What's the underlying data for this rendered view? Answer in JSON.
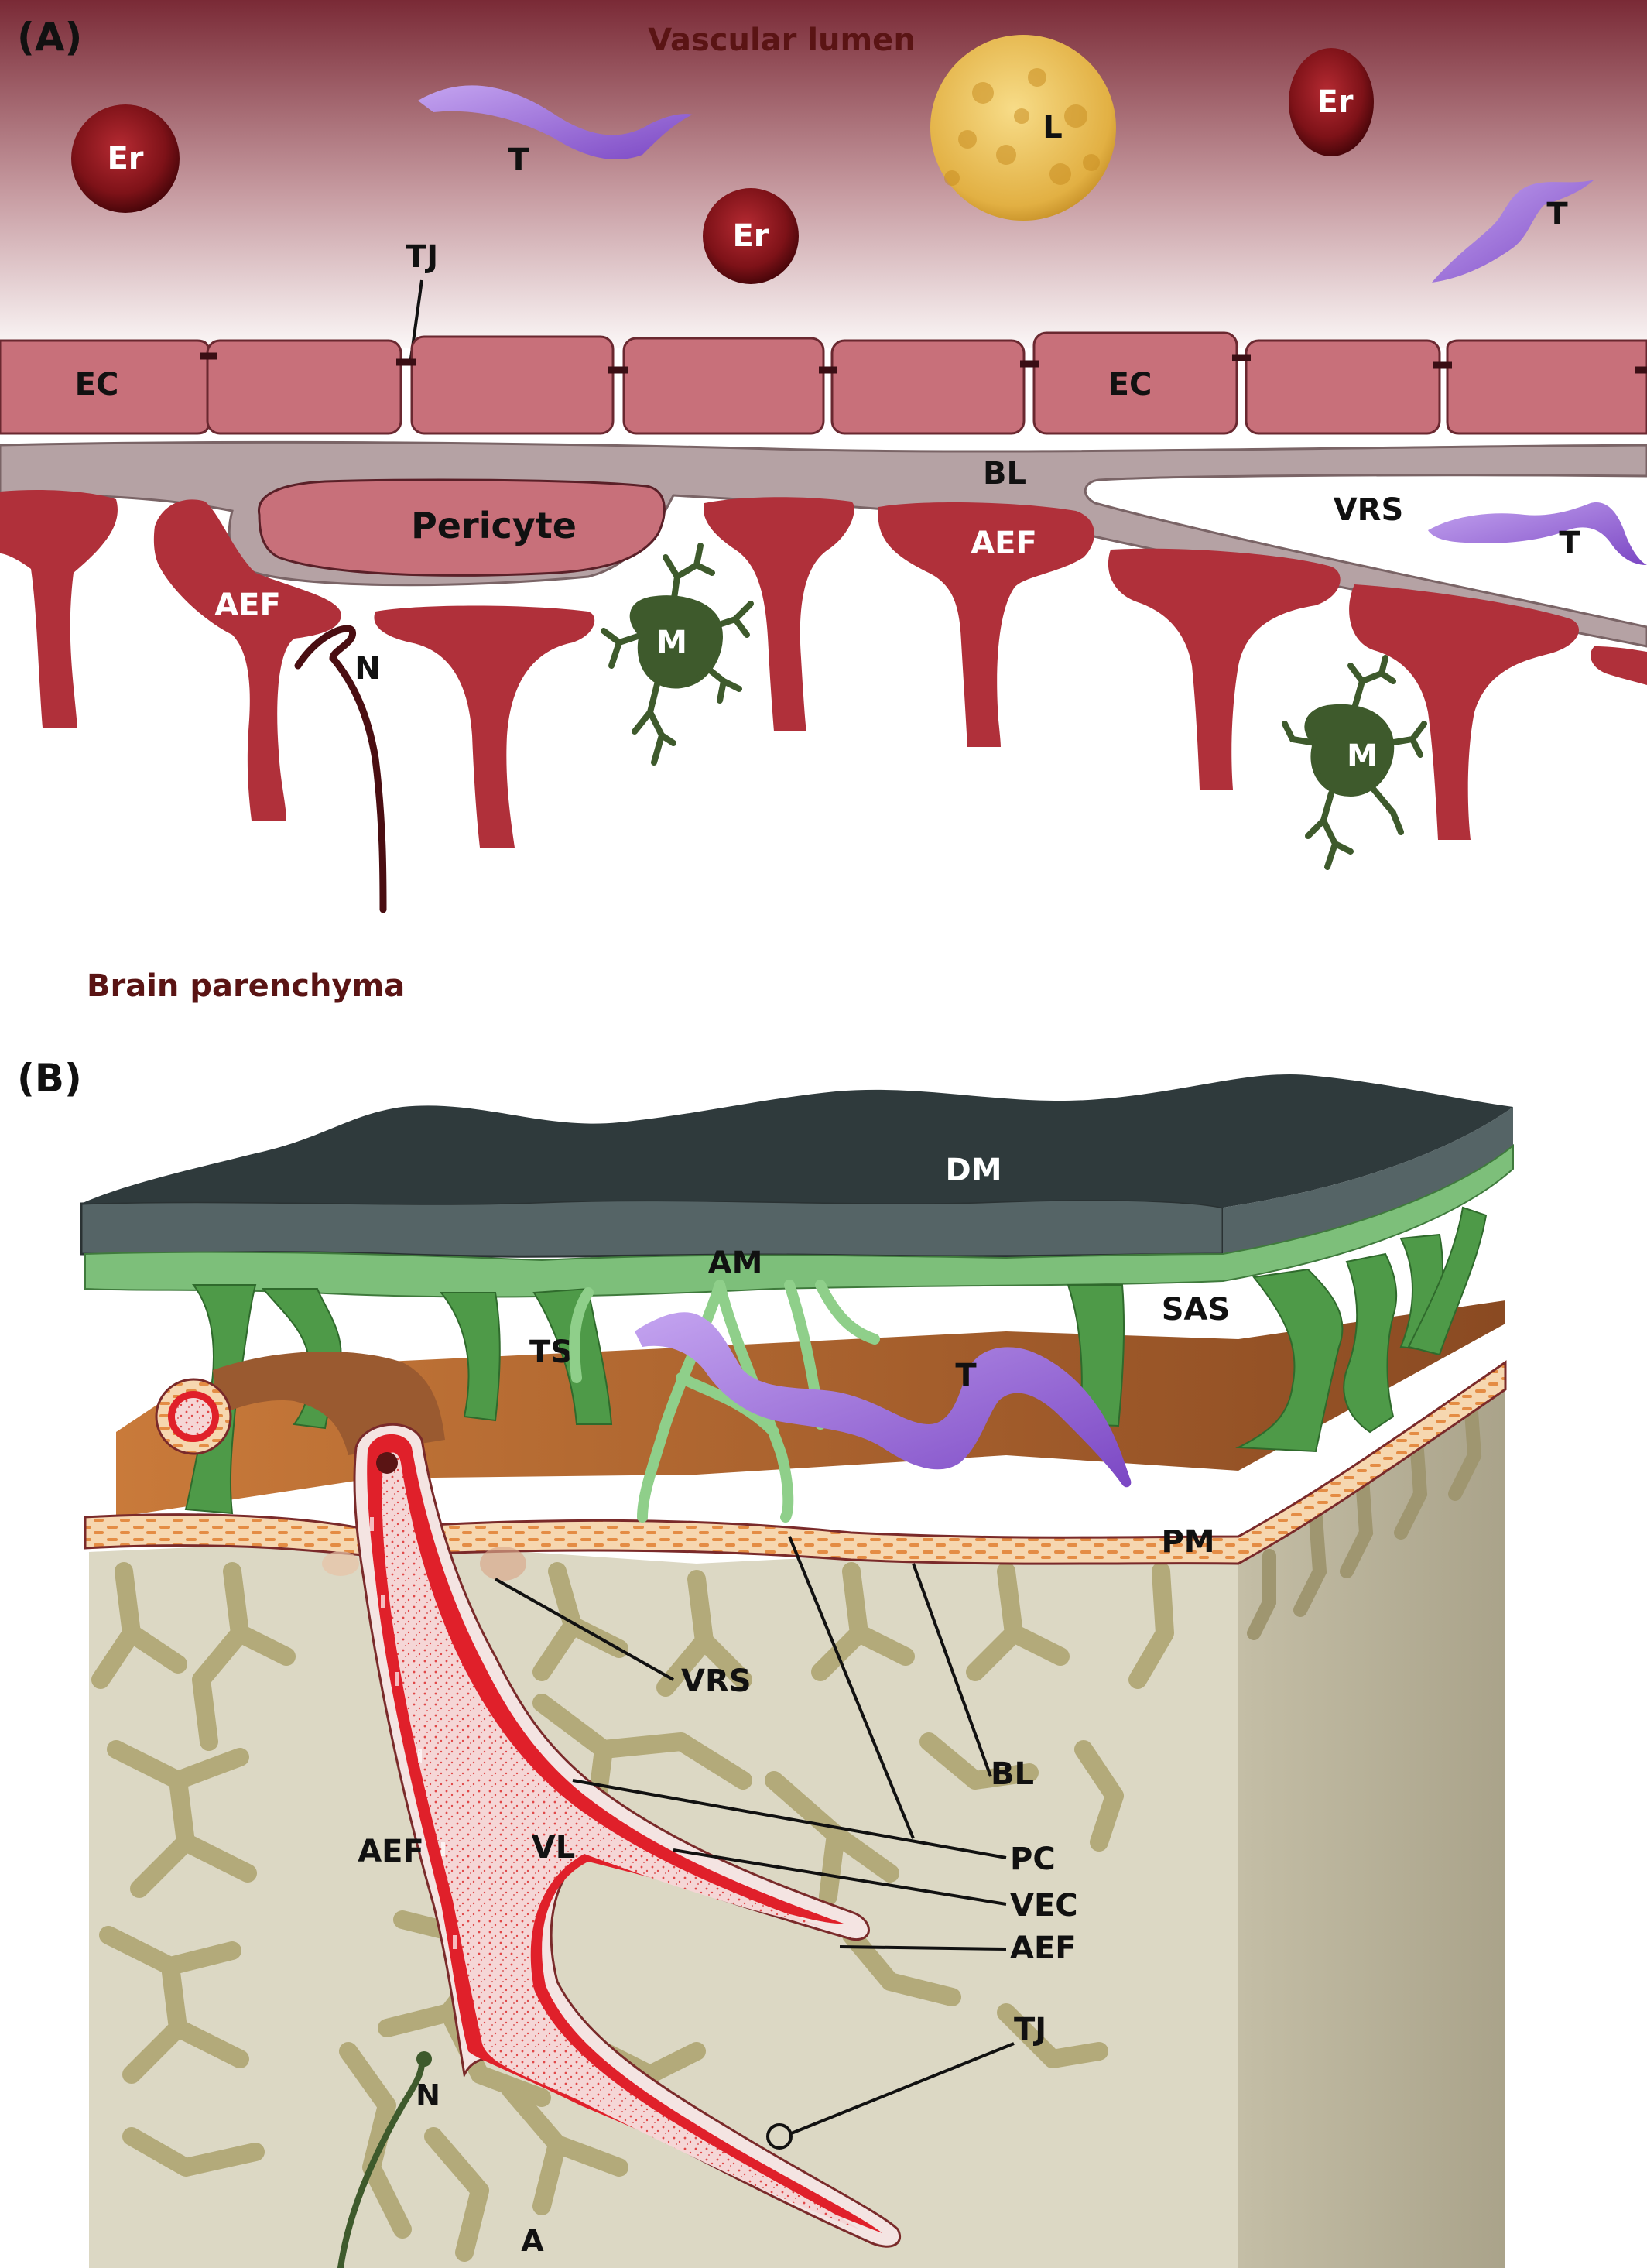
{
  "panel_a": {
    "panel_label": "(A)",
    "region_top": "Vascular lumen",
    "region_bottom": "Brain parenchyma",
    "labels": {
      "erythrocyte": "Er",
      "trypanosome": "T",
      "leukocyte": "L",
      "tight_junction": "TJ",
      "endothelial_cell": "EC",
      "basal_lamina": "BL",
      "pericyte": "Pericyte",
      "virchow_robin_space": "VRS",
      "astrocyte_end_feet": "AEF",
      "neuron": "N",
      "microglia": "M"
    }
  },
  "panel_b": {
    "panel_label": "(B)",
    "labels": {
      "dura_mater": "DM",
      "arachnoid_mater": "AM",
      "subarachnoid_space": "SAS",
      "trabecular_septa": "TS",
      "trypanosome": "T",
      "pia_mater": "PM",
      "virchow_robin_space": "VRS",
      "basal_lamina": "BL",
      "pericyte": "PC",
      "vascular_endothelial_cell": "VEC",
      "astrocyte_end_feet": "AEF",
      "tight_junction": "TJ",
      "vascular_lumen": "VL",
      "neuron": "N",
      "astrocyte": "A"
    }
  },
  "colors": {
    "lumen_top": "#7a2a36",
    "endothelium": "#c8707a",
    "basal_lamina": "#b5a2a4",
    "end_feet": "#b0303a",
    "microglia": "#3e5a2c",
    "neuron": "#4a0e12",
    "trypanosome": "#9a6ad6",
    "leukocyte": "#e8b84a",
    "dura": "#2f3a3c",
    "arachnoid": "#7dbf7a",
    "brain_surface": "#9a5528",
    "pia": "#e9a060",
    "parenchyma": "#dcd8c4",
    "astro_processes": "#b3aa7a",
    "vessel": "#e0202a"
  }
}
